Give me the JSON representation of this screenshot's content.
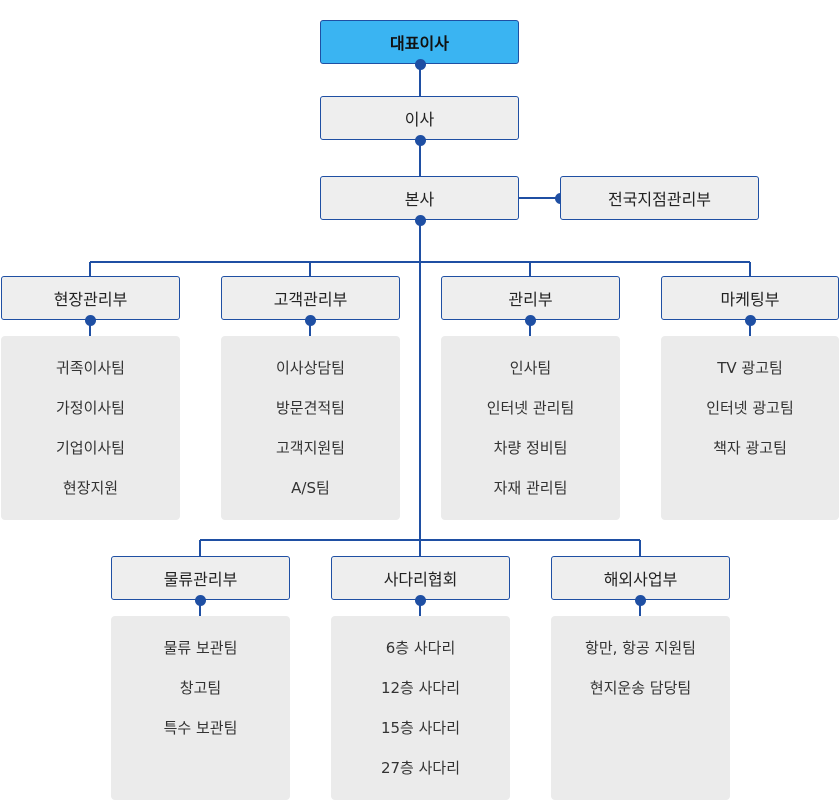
{
  "top": {
    "label": "대표이사"
  },
  "director": {
    "label": "이사"
  },
  "hq": {
    "label": "본사"
  },
  "branch": {
    "label": "전국지점관리부"
  },
  "departments": [
    {
      "label": "현장관리부",
      "items": [
        "귀족이사팀",
        "가정이사팀",
        "기업이사팀",
        "현장지원"
      ]
    },
    {
      "label": "고객관리부",
      "items": [
        "이사상담팀",
        "방문견적팀",
        "고객지원팀",
        "A/S팀"
      ]
    },
    {
      "label": "관리부",
      "items": [
        "인사팀",
        "인터넷 관리팀",
        "차량 정비팀",
        "자재 관리팀"
      ]
    },
    {
      "label": "마케팅부",
      "items": [
        "TV 광고팀",
        "인터넷 광고팀",
        "책자 광고팀"
      ]
    },
    {
      "label": "물류관리부",
      "items": [
        "물류 보관팀",
        "창고팀",
        "특수 보관팀"
      ]
    },
    {
      "label": "사다리협회",
      "items": [
        "6층 사다리",
        "12층 사다리",
        "15층 사다리",
        "27층 사다리"
      ]
    },
    {
      "label": "해외사업부",
      "items": [
        "항만, 항공 지원팀",
        "현지운송 담당팀"
      ]
    }
  ],
  "colors": {
    "line": "#1f4fa3",
    "top_fill": "#3ab4f2",
    "box_fill": "#eeeeee",
    "panel_fill": "#ebebeb"
  }
}
